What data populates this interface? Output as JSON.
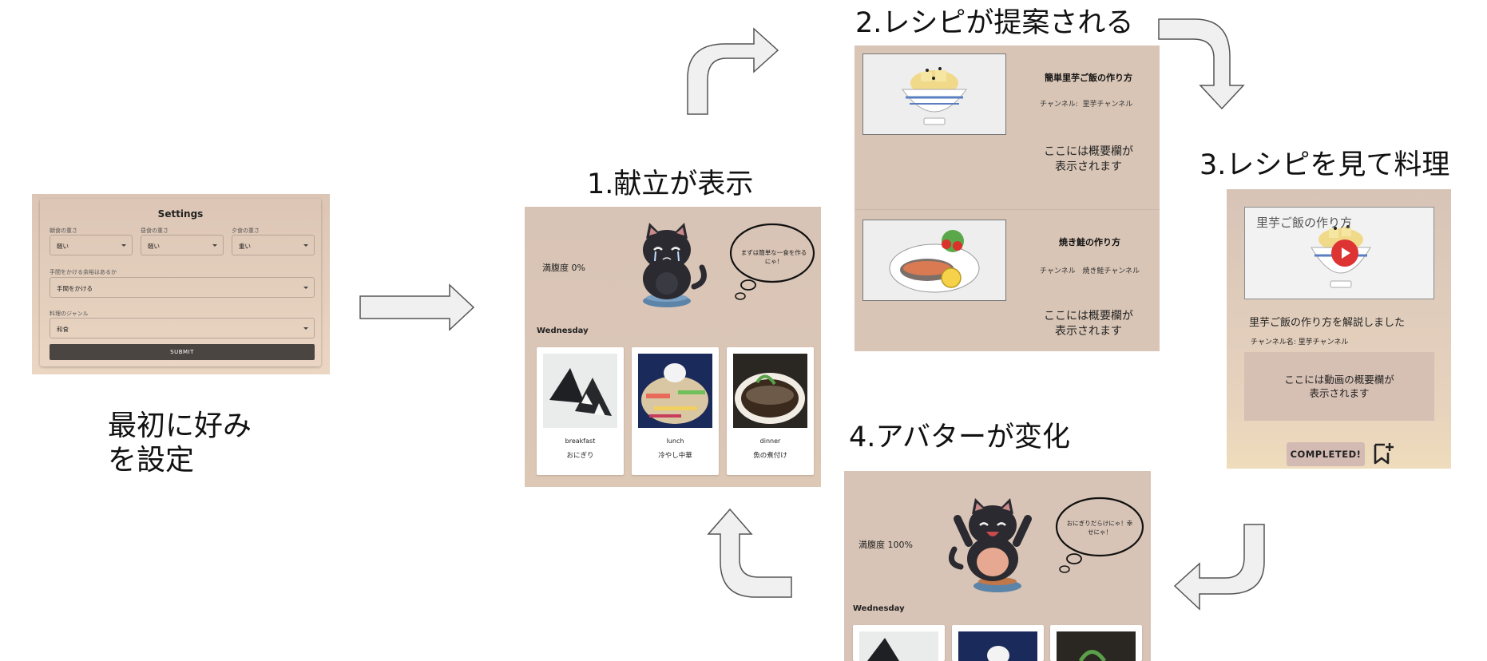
{
  "labels": {
    "setup": [
      "最初に好み",
      "を設定"
    ],
    "step1": "1.献立が表示",
    "step2": "2.レシピが提案される",
    "step3": "3.レシピを見て料理",
    "step4": "4.アバターが変化"
  },
  "settings": {
    "title": "Settings",
    "breakfast_label": "朝食の重さ",
    "breakfast_value": "軽い",
    "lunch_label": "昼食の重さ",
    "lunch_value": "軽い",
    "dinner_label": "夕食の重さ",
    "dinner_value": "重い",
    "effort_label": "手間をかける余裕はあるか",
    "effort_value": "手間をかける",
    "genre_label": "料理のジャンル",
    "genre_value": "和食",
    "submit_label": "SUBMIT"
  },
  "menu_screen": {
    "satiety": "満腹度 0%",
    "bubble": [
      "まずは簡単な一食を作る",
      "にゃ！"
    ],
    "day": "Wednesday",
    "meals": [
      {
        "time": "breakfast",
        "dish": "おにぎり"
      },
      {
        "time": "lunch",
        "dish": "冷やし中華"
      },
      {
        "time": "dinner",
        "dish": "魚の煮付け"
      }
    ]
  },
  "recipe_screen": {
    "recipes": [
      {
        "title": "簡単里芋ご飯の作り方",
        "channel_label": "チャンネル:",
        "channel": "里芋チャンネル",
        "desc": [
          "ここには概要欄が",
          "表示されます"
        ]
      },
      {
        "title": "焼き鮭の作り方",
        "channel_label": "チャンネル",
        "channel": "焼き鮭チャンネル",
        "desc": [
          "ここには概要欄が",
          "表示されます"
        ]
      }
    ]
  },
  "video_screen": {
    "video_title": "里芋ご飯の作り方",
    "description_title": "里芋ご飯の作り方を解説しました",
    "channel": "チャンネル名: 里芋チャンネル",
    "box": [
      "ここには動画の概要欄が",
      "表示されます"
    ],
    "completed_label": "COMPLETED!"
  },
  "avatar_screen": {
    "satiety": "満腹度 100%",
    "bubble": [
      "おにぎりだらけにゃ！幸",
      "せにゃ！"
    ],
    "day": "Wednesday"
  },
  "colors": {
    "panel_bg": "#d8c4b6",
    "arrow_fill": "#f0f0f0",
    "arrow_stroke": "#555555",
    "cat_dark": "#2a2a30",
    "play_red": "#dd3333"
  }
}
